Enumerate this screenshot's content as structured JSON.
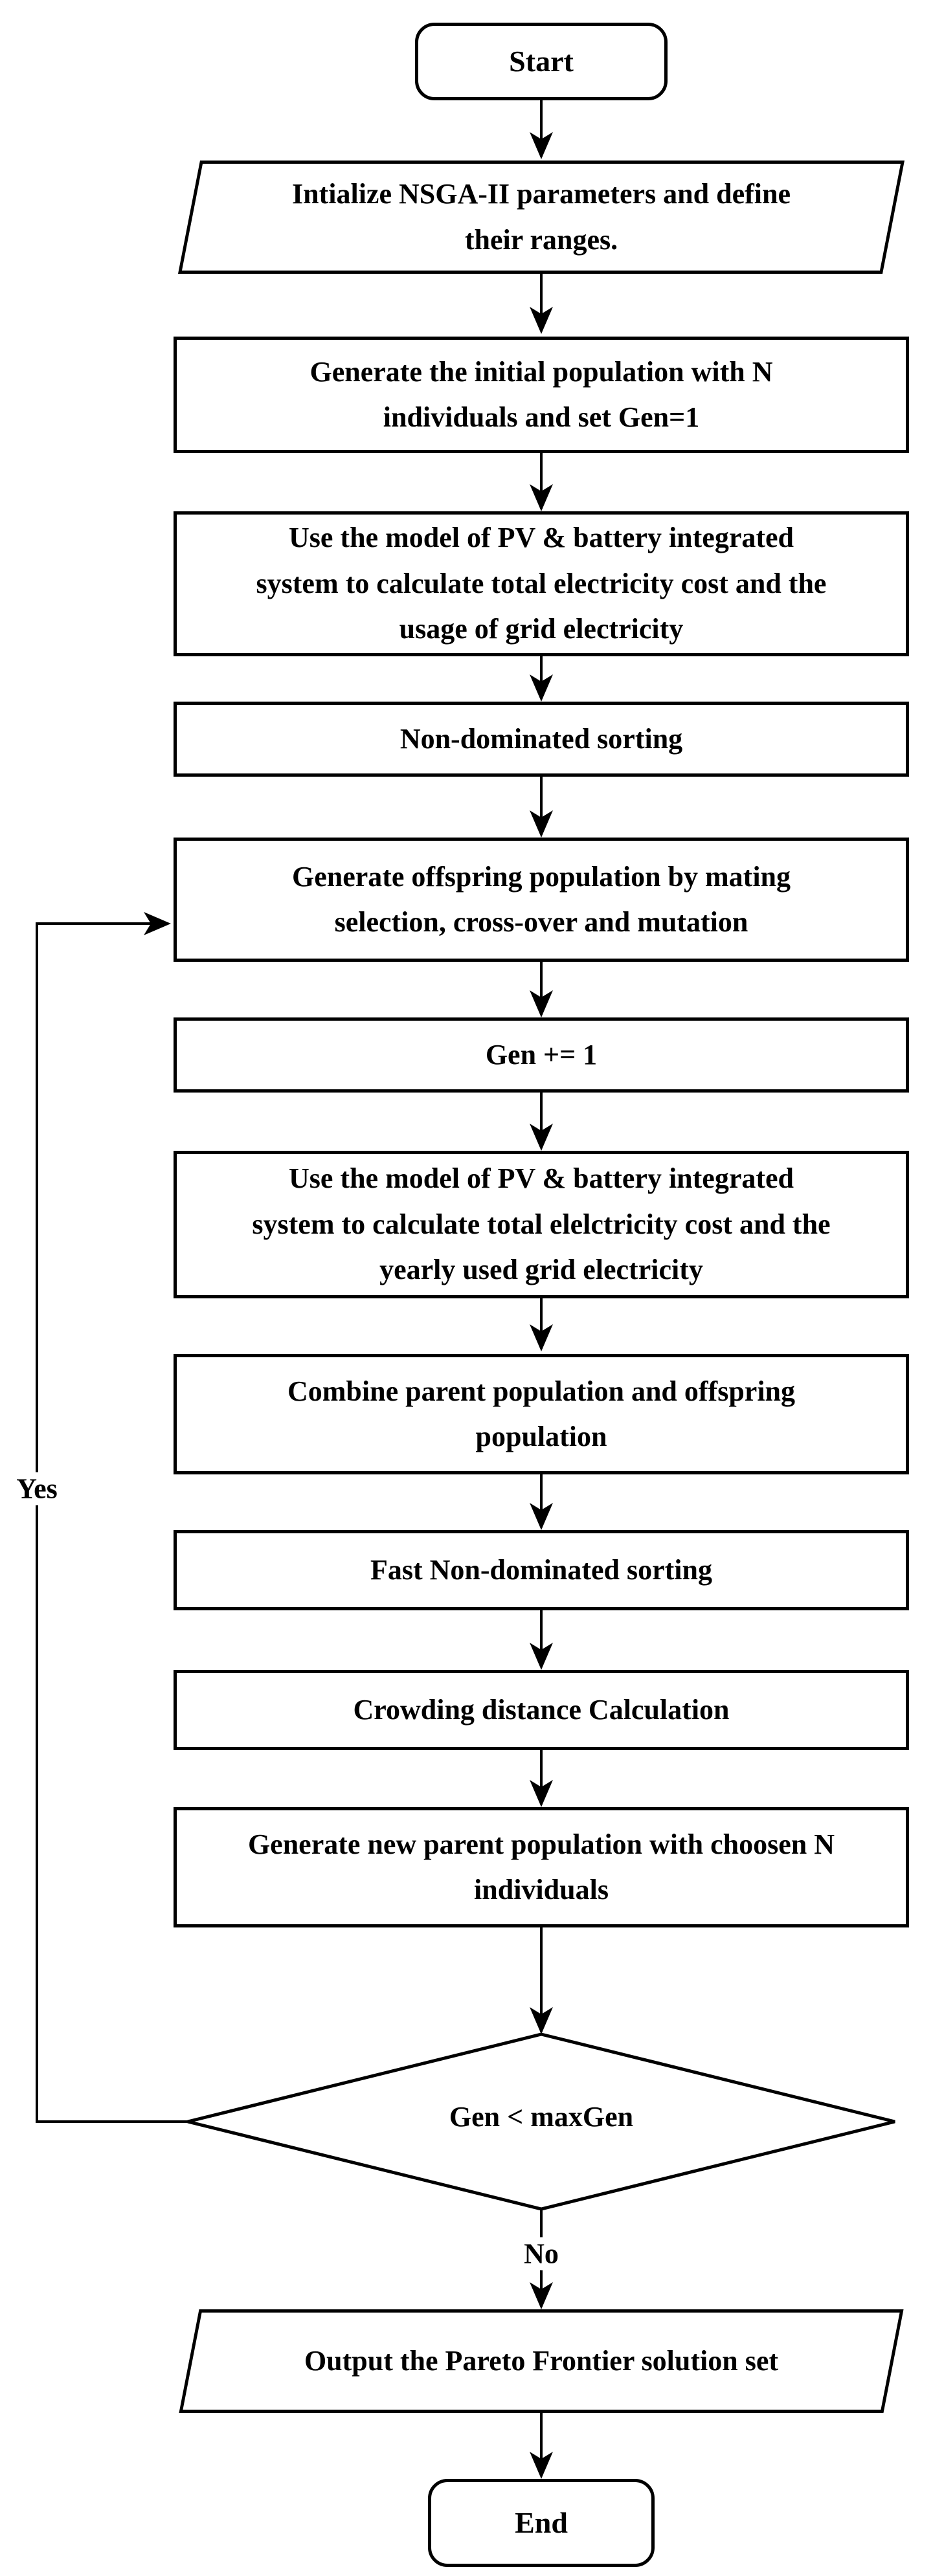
{
  "nodes": [
    {
      "id": "start",
      "type": "terminator",
      "label": "Start"
    },
    {
      "id": "init",
      "type": "io",
      "label": "Intialize NSGA-II parameters and define\ntheir ranges."
    },
    {
      "id": "gen_init",
      "type": "process",
      "label": "Generate the initial population with N\nindividuals and set Gen=1"
    },
    {
      "id": "model1",
      "type": "process",
      "label": "Use the model of PV & battery integrated\nsystem to  calculate total electricity cost and the\nusage of grid electricity"
    },
    {
      "id": "nds",
      "type": "process",
      "label": "Non-dominated sorting"
    },
    {
      "id": "offspring",
      "type": "process",
      "label": "Generate offspring population by mating\nselection, cross-over and mutation"
    },
    {
      "id": "gen_inc",
      "type": "process",
      "label": "Gen += 1"
    },
    {
      "id": "model2",
      "type": "process",
      "label": "Use the model of PV & battery integrated\nsystem to  calculate total elelctricity cost and the\nyearly used grid electricity"
    },
    {
      "id": "combine",
      "type": "process",
      "label": "Combine parent population and offspring\npopulation"
    },
    {
      "id": "fast_nds",
      "type": "process",
      "label": "Fast Non-dominated sorting"
    },
    {
      "id": "crowding",
      "type": "process",
      "label": "Crowding distance Calculation"
    },
    {
      "id": "new_parent",
      "type": "process",
      "label": "Generate new parent population with choosen N\nindividuals"
    },
    {
      "id": "decision",
      "type": "decision",
      "label": "Gen < maxGen"
    },
    {
      "id": "output",
      "type": "io",
      "label": "Output the Pareto Frontier solution set"
    },
    {
      "id": "end",
      "type": "terminator",
      "label": "End"
    }
  ],
  "edges": {
    "yes_label": "Yes",
    "no_label": "No"
  },
  "colors": {
    "stroke": "#000000",
    "fill": "#ffffff",
    "background": "#ffffff"
  }
}
